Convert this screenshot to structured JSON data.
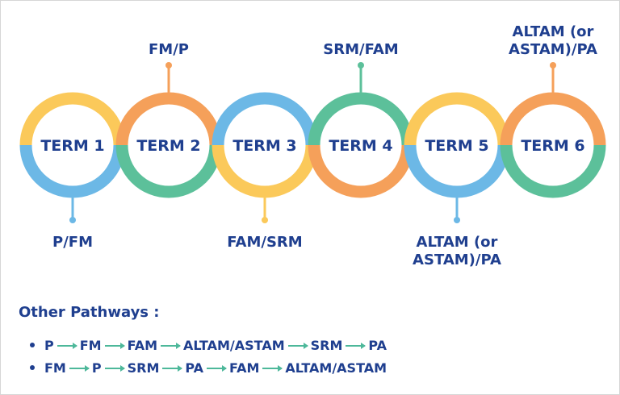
{
  "terms": [
    {
      "label": "TERM 1",
      "top_color": "#fbc95a",
      "bottom_color": "#6cb8e6",
      "path_label": "P/FM",
      "path_side": "bottom",
      "path_color": "#6cb8e6"
    },
    {
      "label": "TERM 2",
      "top_color": "#f5a05a",
      "bottom_color": "#5cc09a",
      "path_label": "FM/P",
      "path_side": "top",
      "path_color": "#f5a05a"
    },
    {
      "label": "TERM 3",
      "top_color": "#6cb8e6",
      "bottom_color": "#fbc95a",
      "path_label": "FAM/SRM",
      "path_side": "bottom",
      "path_color": "#fbc95a"
    },
    {
      "label": "TERM 4",
      "top_color": "#5cc09a",
      "bottom_color": "#f5a05a",
      "path_label": "SRM/FAM",
      "path_side": "top",
      "path_color": "#5cc09a"
    },
    {
      "label": "TERM 5",
      "top_color": "#fbc95a",
      "bottom_color": "#6cb8e6",
      "path_label": "ALTAM (or|ASTAM)/PA",
      "path_side": "bottom",
      "path_color": "#6cb8e6"
    },
    {
      "label": "TERM 6",
      "top_color": "#f5a05a",
      "bottom_color": "#5cc09a",
      "path_label": "ALTAM (or|ASTAM)/PA",
      "path_side": "top",
      "path_color": "#f5a05a"
    }
  ],
  "other_pathways": {
    "title": "Other Pathways :",
    "items": [
      [
        "P",
        "FM",
        "FAM",
        "ALTAM/ASTAM",
        "SRM",
        "PA"
      ],
      [
        "FM",
        "P",
        "SRM",
        "PA",
        "FAM",
        "ALTAM/ASTAM"
      ]
    ]
  },
  "colors": {
    "text": "#1f3f8f",
    "arrow": "#4db89a"
  }
}
